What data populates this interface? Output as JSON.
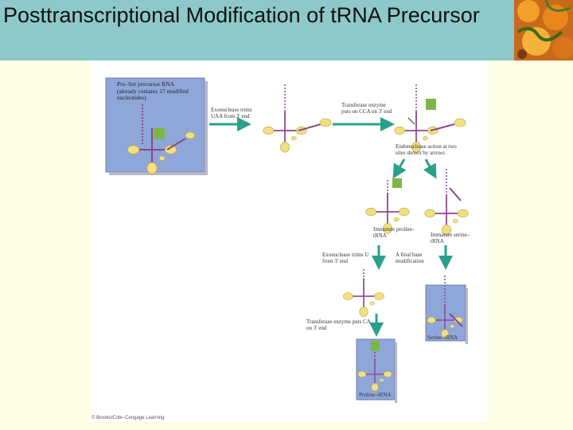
{
  "slide": {
    "title": "Posttranscriptional Modification of tRNA Precursor"
  },
  "figure": {
    "box_text": "Pro–Ser precursor RNA (already contains 17 modified nucleotides)",
    "step1": "Exonuclease trims UAA from 3' end",
    "step2": "Transferase enzyme puts on CCA on 3' end",
    "step3": "Endonuclease action at two sites shown by arrows",
    "immature_pro": "Immature proline–tRNA",
    "immature_ser": "Immature serine–tRNA",
    "step4": "Exonuclease trims U from 3' end",
    "step5": "A final base modification",
    "step6": "Transferase enzyme puts CA on 3' end",
    "mature_pro": "Proline–tRNA",
    "mature_ser": "Serine–tRNA",
    "credit": "© Brooks/Cole–Cengage Learning"
  },
  "colors": {
    "title_bar": "#8ec8c8",
    "background_band": "#fdfde6",
    "rna_box": "#8fa6d8",
    "stem_purple": "#8a4a8a",
    "loop_yellow": "#f0e080",
    "highlight_green": "#7ab648",
    "arrow_teal": "#2aa08a"
  }
}
